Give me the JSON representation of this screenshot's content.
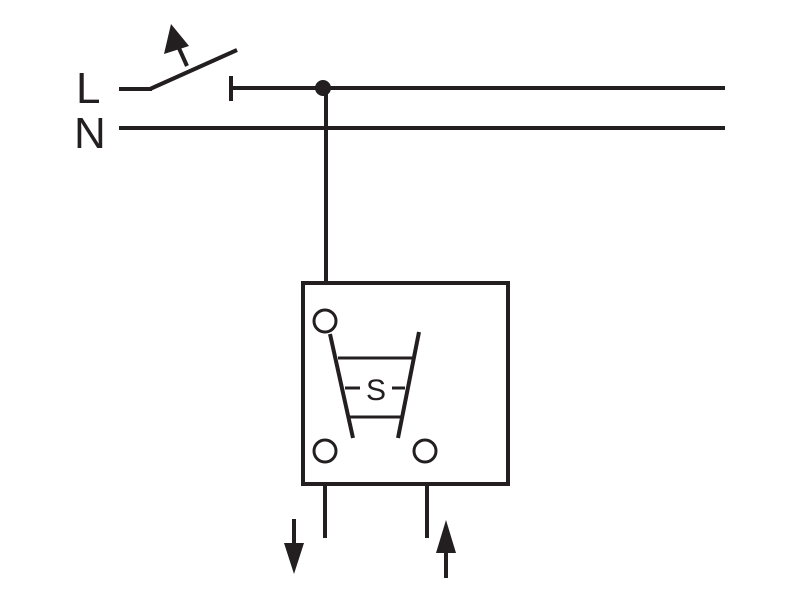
{
  "labels": {
    "line": "L",
    "neutral": "N",
    "switch": "S"
  },
  "colors": {
    "ink": "#231f20",
    "background": "#ffffff"
  }
}
